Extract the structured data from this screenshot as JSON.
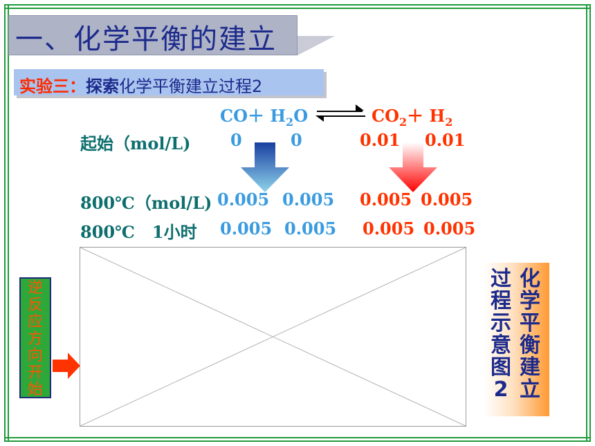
{
  "title": "一、化学平衡的建立",
  "subtitle": {
    "part1": "实验三：",
    "part2": "探索",
    "part3": "化学平衡建立过程2"
  },
  "equation": {
    "reactant1": "CO＋ H",
    "sub1": "2",
    "reactant1b": "O",
    "product1": "CO",
    "sub2": "2",
    "product1b": "＋ H",
    "sub3": "2"
  },
  "rows": [
    {
      "label": "起始（mol/L)",
      "v1": "0",
      "v2": "0",
      "v3": "0.01",
      "v4": "0.01"
    },
    {
      "label": "800℃（mol/L)",
      "v1": "0.005",
      "v2": "0.005",
      "v3": "0.005",
      "v4": "0.005"
    },
    {
      "label": "800℃   1小时",
      "v1": "0.005",
      "v2": "0.005",
      "v3": "0.005",
      "v4": "0.005"
    }
  ],
  "left_label": "逆反应方向开始",
  "right_caption": {
    "col1": "化学平衡建立",
    "col2": "过程示意图2"
  },
  "colors": {
    "green_border": "#1e9a3a",
    "title_bg": "#aeb3c6",
    "accent_red": "#ff3300",
    "accent_blue": "#3a9be0",
    "teal": "#0e6e6e"
  }
}
